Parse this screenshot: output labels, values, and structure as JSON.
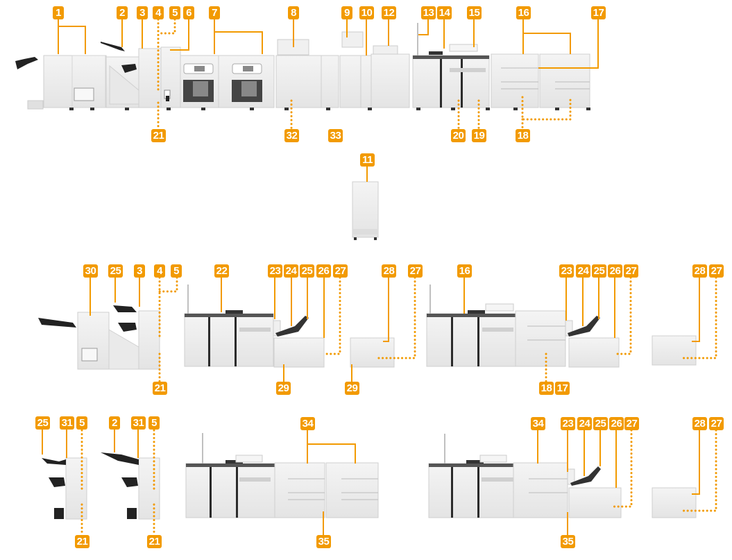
{
  "title": "Optional equipment configuration diagram",
  "colors": {
    "badge": "#f29a00",
    "leader": "#f29a00",
    "machine_body": "#ececec",
    "machine_dark": "#2b2b2b"
  },
  "callouts": [
    {
      "id": "c1",
      "label": "1"
    },
    {
      "id": "c2",
      "label": "2"
    },
    {
      "id": "c3",
      "label": "3"
    },
    {
      "id": "c4",
      "label": "4"
    },
    {
      "id": "c5",
      "label": "5"
    },
    {
      "id": "c6",
      "label": "6"
    },
    {
      "id": "c7",
      "label": "7"
    },
    {
      "id": "c8",
      "label": "8"
    },
    {
      "id": "c9",
      "label": "9"
    },
    {
      "id": "c10",
      "label": "10"
    },
    {
      "id": "c12",
      "label": "12"
    },
    {
      "id": "c13",
      "label": "13"
    },
    {
      "id": "c14",
      "label": "14"
    },
    {
      "id": "c15",
      "label": "15"
    },
    {
      "id": "c16",
      "label": "16"
    },
    {
      "id": "c17",
      "label": "17"
    },
    {
      "id": "c21",
      "label": "21"
    },
    {
      "id": "c32",
      "label": "32"
    },
    {
      "id": "c33",
      "label": "33"
    },
    {
      "id": "c20",
      "label": "20"
    },
    {
      "id": "c19",
      "label": "19"
    },
    {
      "id": "c18",
      "label": "18"
    },
    {
      "id": "c11",
      "label": "11"
    },
    {
      "id": "r3_30",
      "label": "30"
    },
    {
      "id": "r3_25a",
      "label": "25"
    },
    {
      "id": "r3_3",
      "label": "3"
    },
    {
      "id": "r3_4",
      "label": "4"
    },
    {
      "id": "r3_5",
      "label": "5"
    },
    {
      "id": "r3_21",
      "label": "21"
    },
    {
      "id": "r3_22",
      "label": "22"
    },
    {
      "id": "r3_23",
      "label": "23"
    },
    {
      "id": "r3_24",
      "label": "24"
    },
    {
      "id": "r3_25b",
      "label": "25"
    },
    {
      "id": "r3_26",
      "label": "26"
    },
    {
      "id": "r3_27a",
      "label": "27"
    },
    {
      "id": "r3_29a",
      "label": "29"
    },
    {
      "id": "r3_28a",
      "label": "28"
    },
    {
      "id": "r3_27b",
      "label": "27"
    },
    {
      "id": "r3_29b",
      "label": "29"
    },
    {
      "id": "r3_16",
      "label": "16"
    },
    {
      "id": "r3_23b",
      "label": "23"
    },
    {
      "id": "r3_24b",
      "label": "24"
    },
    {
      "id": "r3_25c",
      "label": "25"
    },
    {
      "id": "r3_26b",
      "label": "26"
    },
    {
      "id": "r3_27c",
      "label": "27"
    },
    {
      "id": "r3_18",
      "label": "18"
    },
    {
      "id": "r3_17",
      "label": "17"
    },
    {
      "id": "r3_28b",
      "label": "28"
    },
    {
      "id": "r3_27d",
      "label": "27"
    },
    {
      "id": "r4_25",
      "label": "25"
    },
    {
      "id": "r4_31a",
      "label": "31"
    },
    {
      "id": "r4_5a",
      "label": "5"
    },
    {
      "id": "r4_21a",
      "label": "21"
    },
    {
      "id": "r4_2",
      "label": "2"
    },
    {
      "id": "r4_31b",
      "label": "31"
    },
    {
      "id": "r4_5b",
      "label": "5"
    },
    {
      "id": "r4_21b",
      "label": "21"
    },
    {
      "id": "r4_34a",
      "label": "34"
    },
    {
      "id": "r4_35a",
      "label": "35"
    },
    {
      "id": "r4_34b",
      "label": "34"
    },
    {
      "id": "r4_23",
      "label": "23"
    },
    {
      "id": "r4_24",
      "label": "24"
    },
    {
      "id": "r4_25b",
      "label": "25"
    },
    {
      "id": "r4_26",
      "label": "26"
    },
    {
      "id": "r4_27a",
      "label": "27"
    },
    {
      "id": "r4_35b",
      "label": "35"
    },
    {
      "id": "r4_28",
      "label": "28"
    },
    {
      "id": "r4_27b",
      "label": "27"
    }
  ]
}
